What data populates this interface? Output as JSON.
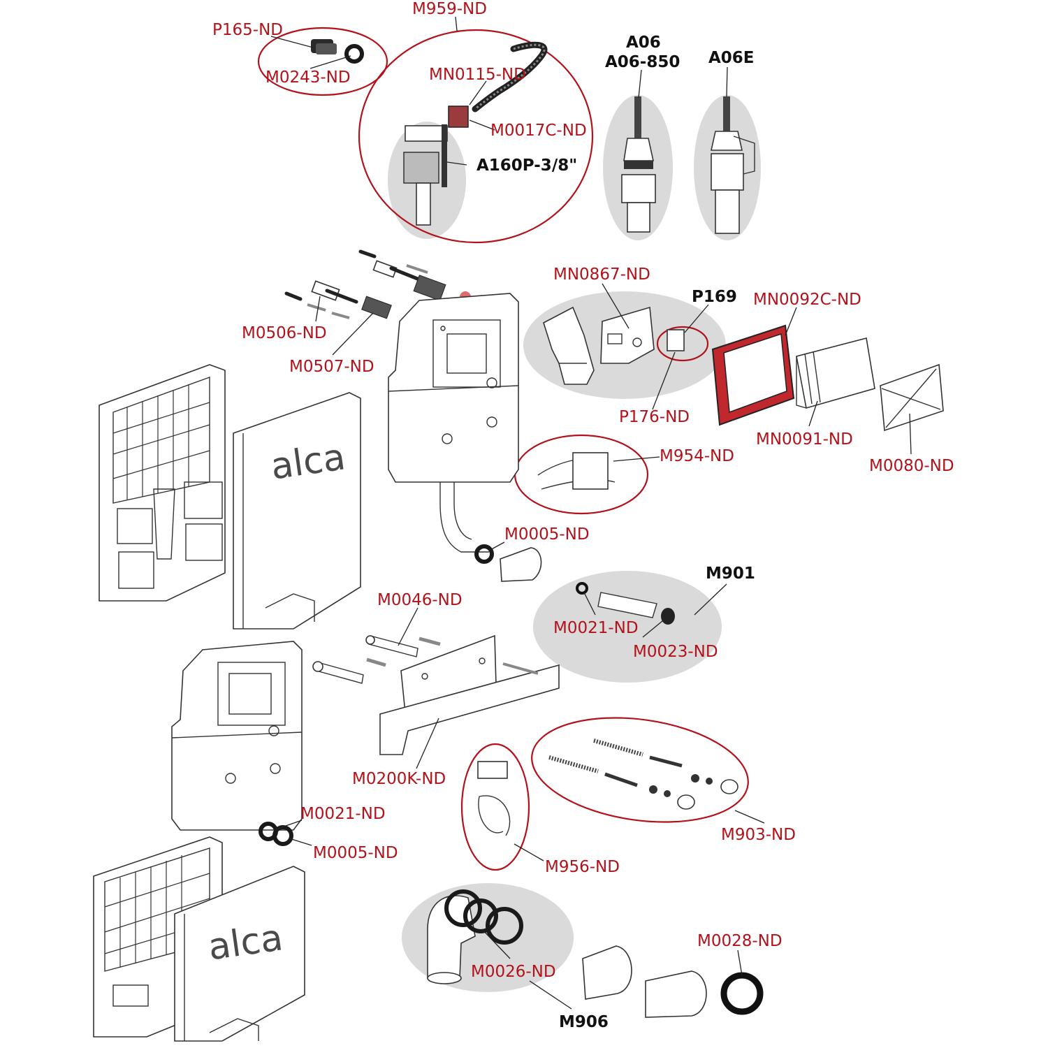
{
  "logo_text": "alca",
  "labels": {
    "p165": "P165-ND",
    "m0243": "M0243-ND",
    "m959": "M959-ND",
    "mn0115": "MN0115-ND",
    "m0017c": "M0017C-ND",
    "a160p": "A160P-3/8\"",
    "a06": "A06",
    "a06_850": "A06-850",
    "a06e": "A06E",
    "mn0867": "MN0867-ND",
    "p169": "P169",
    "mn0092c": "MN0092C-ND",
    "m0506": "M0506-ND",
    "m0507": "M0507-ND",
    "p176": "P176-ND",
    "mn0091": "MN0091-ND",
    "m0080": "M0080-ND",
    "m954": "M954-ND",
    "m0005_top": "M0005-ND",
    "m901": "M901",
    "m0021_top": "M0021-ND",
    "m0023": "M0023-ND",
    "m0046": "M0046-ND",
    "m0200k": "M0200K-ND",
    "m0021_bot": "M0021-ND",
    "m0005_bot": "M0005-ND",
    "m903": "M903-ND",
    "m956": "M956-ND",
    "m0026": "M0026-ND",
    "m906": "M906",
    "m0028": "M0028-ND"
  },
  "colors": {
    "label_red": "#b3121b",
    "label_black": "#111111",
    "group_shade": "#dadada",
    "frame_red": "#c0282d"
  }
}
